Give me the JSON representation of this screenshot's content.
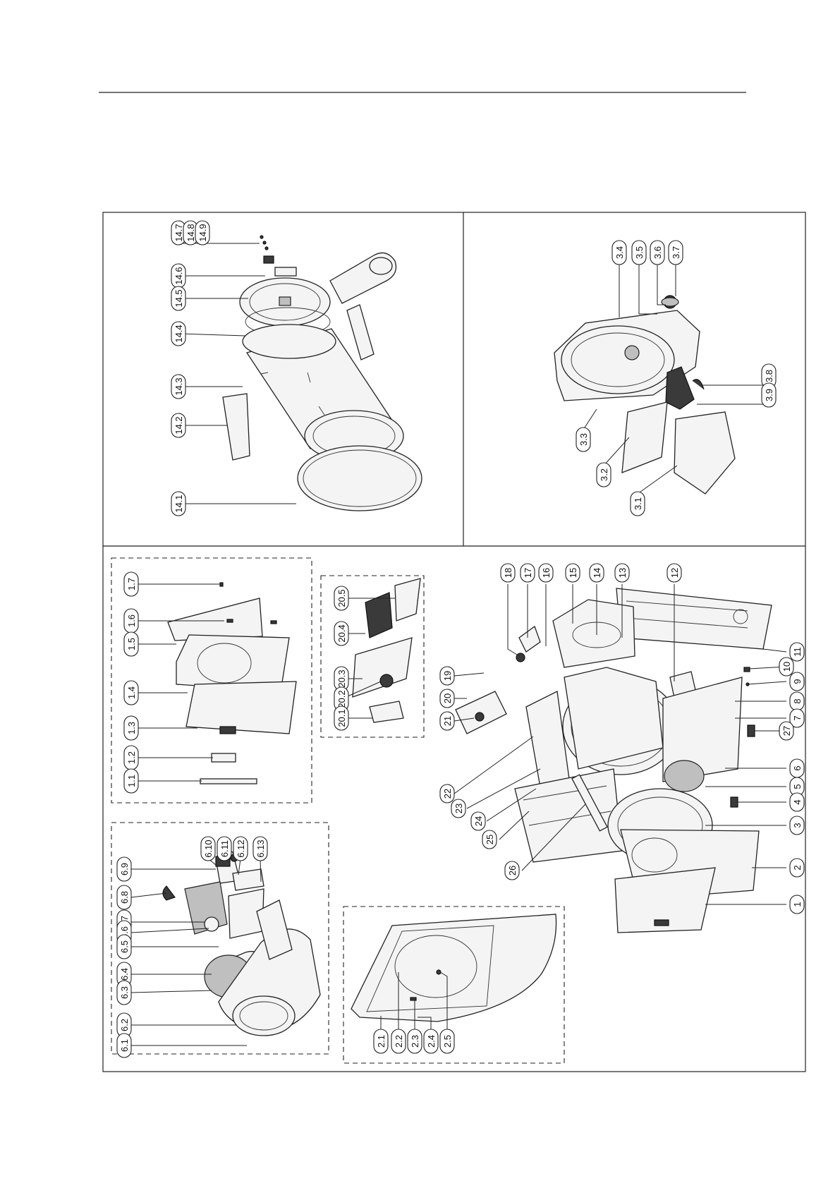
{
  "callouts": {
    "drum": [
      "14.7",
      "14.8",
      "14.9",
      "14.6",
      "14.5",
      "14.4",
      "14.3",
      "14.2",
      "14.1"
    ],
    "rear": [
      "3.4",
      "3.5",
      "3.6",
      "3.7",
      "3.8",
      "3.9",
      "3.3",
      "3.2",
      "3.1"
    ],
    "top": [
      "1.7",
      "1.6",
      "1.5",
      "1.4",
      "1.3",
      "1.2",
      "1.1"
    ],
    "control": [
      "20.5",
      "20.4",
      "20.3",
      "20.2",
      "20.1"
    ],
    "main_top": [
      "18",
      "17",
      "16",
      "15",
      "14",
      "13",
      "12"
    ],
    "main_right": [
      "11",
      "10",
      "9",
      "8",
      "7",
      "27",
      "6",
      "5",
      "4",
      "3",
      "2",
      "1"
    ],
    "main_left": [
      "19",
      "20",
      "21",
      "22",
      "23",
      "24",
      "25",
      "26"
    ],
    "motor": [
      "6.10",
      "6.11",
      "6.12",
      "6.13",
      "6.9",
      "6.8",
      "6.7",
      "6.6",
      "6.5",
      "6.4",
      "6.3",
      "6.2",
      "6.1"
    ],
    "door": [
      "2.1",
      "2.2",
      "2.3",
      "2.4",
      "2.5"
    ]
  }
}
